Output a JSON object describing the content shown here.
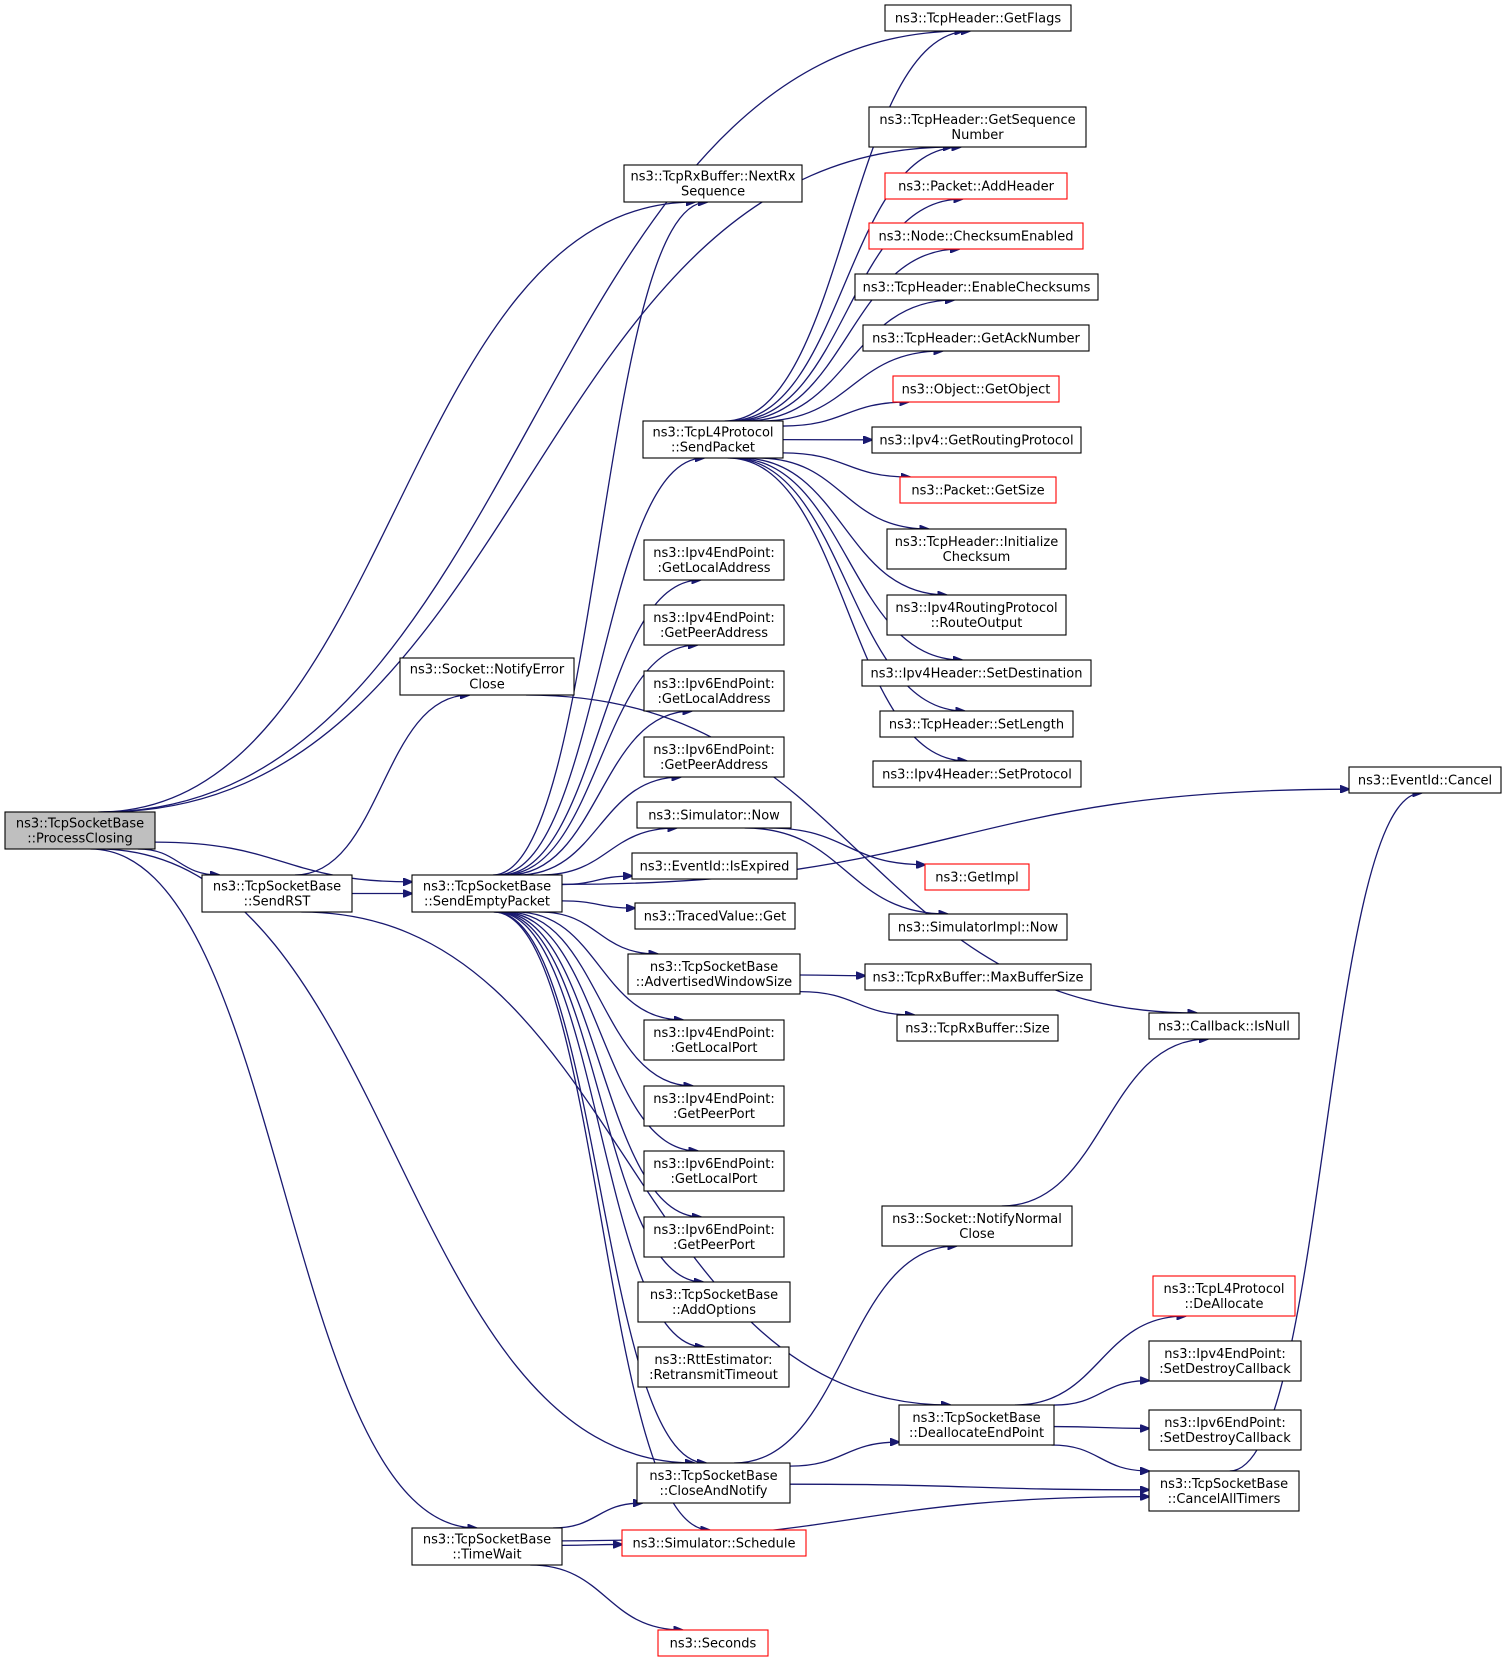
{
  "nodes": [
    {
      "id": "ProcessClosing",
      "lines": [
        "ns3::TcpSocketBase",
        "::ProcessClosing"
      ],
      "style": "root"
    },
    {
      "id": "SendRST",
      "lines": [
        "ns3::TcpSocketBase",
        "::SendRST"
      ],
      "style": "normal"
    },
    {
      "id": "SendEmptyPacket",
      "lines": [
        "ns3::TcpSocketBase",
        "::SendEmptyPacket"
      ],
      "style": "normal"
    },
    {
      "id": "TimeWait",
      "lines": [
        "ns3::TcpSocketBase",
        "::TimeWait"
      ],
      "style": "normal"
    },
    {
      "id": "NotifyErrorClose",
      "lines": [
        "ns3::Socket::NotifyError",
        "Close"
      ],
      "style": "normal"
    },
    {
      "id": "GetFlags",
      "lines": [
        "ns3::TcpHeader::GetFlags"
      ],
      "style": "normal"
    },
    {
      "id": "GetSequenceNumber",
      "lines": [
        "ns3::TcpHeader::GetSequence",
        "Number"
      ],
      "style": "normal"
    },
    {
      "id": "NextRxSequence",
      "lines": [
        "ns3::TcpRxBuffer::NextRx",
        "Sequence"
      ],
      "style": "normal"
    },
    {
      "id": "AddHeader",
      "lines": [
        "ns3::Packet::AddHeader"
      ],
      "style": "red"
    },
    {
      "id": "ChecksumEnabled",
      "lines": [
        "ns3::Node::ChecksumEnabled"
      ],
      "style": "red"
    },
    {
      "id": "EnableChecksums",
      "lines": [
        "ns3::TcpHeader::EnableChecksums"
      ],
      "style": "normal"
    },
    {
      "id": "GetAckNumber",
      "lines": [
        "ns3::TcpHeader::GetAckNumber"
      ],
      "style": "normal"
    },
    {
      "id": "GetObject",
      "lines": [
        "ns3::Object::GetObject"
      ],
      "style": "red"
    },
    {
      "id": "SendPacket",
      "lines": [
        "ns3::TcpL4Protocol",
        "::SendPacket"
      ],
      "style": "normal"
    },
    {
      "id": "GetRoutingProtocol",
      "lines": [
        "ns3::Ipv4::GetRoutingProtocol"
      ],
      "style": "normal"
    },
    {
      "id": "PacketGetSize",
      "lines": [
        "ns3::Packet::GetSize"
      ],
      "style": "red"
    },
    {
      "id": "InitializeChecksum",
      "lines": [
        "ns3::TcpHeader::Initialize",
        "Checksum"
      ],
      "style": "normal"
    },
    {
      "id": "RouteOutput",
      "lines": [
        "ns3::Ipv4RoutingProtocol",
        "::RouteOutput"
      ],
      "style": "normal"
    },
    {
      "id": "SetDestination",
      "lines": [
        "ns3::Ipv4Header::SetDestination"
      ],
      "style": "normal"
    },
    {
      "id": "SetLength",
      "lines": [
        "ns3::TcpHeader::SetLength"
      ],
      "style": "normal"
    },
    {
      "id": "SetProtocol",
      "lines": [
        "ns3::Ipv4Header::SetProtocol"
      ],
      "style": "normal"
    },
    {
      "id": "Ipv4GetLocalAddress",
      "lines": [
        "ns3::Ipv4EndPoint:",
        ":GetLocalAddress"
      ],
      "style": "normal"
    },
    {
      "id": "Ipv4GetPeerAddress",
      "lines": [
        "ns3::Ipv4EndPoint:",
        ":GetPeerAddress"
      ],
      "style": "normal"
    },
    {
      "id": "Ipv6GetLocalAddress",
      "lines": [
        "ns3::Ipv6EndPoint:",
        ":GetLocalAddress"
      ],
      "style": "normal"
    },
    {
      "id": "Ipv6GetPeerAddress",
      "lines": [
        "ns3::Ipv6EndPoint:",
        ":GetPeerAddress"
      ],
      "style": "normal"
    },
    {
      "id": "SimulatorNow",
      "lines": [
        "ns3::Simulator::Now"
      ],
      "style": "normal"
    },
    {
      "id": "IsExpired",
      "lines": [
        "ns3::EventId::IsExpired"
      ],
      "style": "normal"
    },
    {
      "id": "TracedGet",
      "lines": [
        "ns3::TracedValue::Get"
      ],
      "style": "normal"
    },
    {
      "id": "AdvertisedWindowSize",
      "lines": [
        "ns3::TcpSocketBase",
        "::AdvertisedWindowSize"
      ],
      "style": "normal"
    },
    {
      "id": "GetImpl",
      "lines": [
        "ns3::GetImpl"
      ],
      "style": "red"
    },
    {
      "id": "SimulatorImplNow",
      "lines": [
        "ns3::SimulatorImpl::Now"
      ],
      "style": "normal"
    },
    {
      "id": "MaxBufferSize",
      "lines": [
        "ns3::TcpRxBuffer::MaxBufferSize"
      ],
      "style": "normal"
    },
    {
      "id": "RxBufferSize",
      "lines": [
        "ns3::TcpRxBuffer::Size"
      ],
      "style": "normal"
    },
    {
      "id": "CallbackIsNull",
      "lines": [
        "ns3::Callback::IsNull"
      ],
      "style": "normal"
    },
    {
      "id": "EventIdCancel",
      "lines": [
        "ns3::EventId::Cancel"
      ],
      "style": "normal"
    },
    {
      "id": "Ipv4GetLocalPort",
      "lines": [
        "ns3::Ipv4EndPoint:",
        ":GetLocalPort"
      ],
      "style": "normal"
    },
    {
      "id": "Ipv4GetPeerPort",
      "lines": [
        "ns3::Ipv4EndPoint:",
        ":GetPeerPort"
      ],
      "style": "normal"
    },
    {
      "id": "Ipv6GetLocalPort",
      "lines": [
        "ns3::Ipv6EndPoint:",
        ":GetLocalPort"
      ],
      "style": "normal"
    },
    {
      "id": "Ipv6GetPeerPort",
      "lines": [
        "ns3::Ipv6EndPoint:",
        ":GetPeerPort"
      ],
      "style": "normal"
    },
    {
      "id": "NotifyNormalClose",
      "lines": [
        "ns3::Socket::NotifyNormal",
        "Close"
      ],
      "style": "normal"
    },
    {
      "id": "AddOptions",
      "lines": [
        "ns3::TcpSocketBase",
        "::AddOptions"
      ],
      "style": "normal"
    },
    {
      "id": "RetransmitTimeout",
      "lines": [
        "ns3::RttEstimator:",
        ":RetransmitTimeout"
      ],
      "style": "normal"
    },
    {
      "id": "TcpL4DeAllocate",
      "lines": [
        "ns3::TcpL4Protocol",
        "::DeAllocate"
      ],
      "style": "red"
    },
    {
      "id": "Ipv4SetDestroyCallback",
      "lines": [
        "ns3::Ipv4EndPoint:",
        ":SetDestroyCallback"
      ],
      "style": "normal"
    },
    {
      "id": "DeallocateEndPoint",
      "lines": [
        "ns3::TcpSocketBase",
        "::DeallocateEndPoint"
      ],
      "style": "normal"
    },
    {
      "id": "Ipv6SetDestroyCallback",
      "lines": [
        "ns3::Ipv6EndPoint:",
        ":SetDestroyCallback"
      ],
      "style": "normal"
    },
    {
      "id": "CloseAndNotify",
      "lines": [
        "ns3::TcpSocketBase",
        "::CloseAndNotify"
      ],
      "style": "normal"
    },
    {
      "id": "CancelAllTimers",
      "lines": [
        "ns3::TcpSocketBase",
        "::CancelAllTimers"
      ],
      "style": "normal"
    },
    {
      "id": "SimulatorSchedule",
      "lines": [
        "ns3::Simulator::Schedule"
      ],
      "style": "red"
    },
    {
      "id": "Seconds",
      "lines": [
        "ns3::Seconds"
      ],
      "style": "red"
    }
  ],
  "edges": [
    [
      "ProcessClosing",
      "GetFlags"
    ],
    [
      "ProcessClosing",
      "GetSequenceNumber"
    ],
    [
      "ProcessClosing",
      "NextRxSequence"
    ],
    [
      "ProcessClosing",
      "SendRST"
    ],
    [
      "ProcessClosing",
      "SendEmptyPacket"
    ],
    [
      "ProcessClosing",
      "CloseAndNotify"
    ],
    [
      "ProcessClosing",
      "TimeWait"
    ],
    [
      "SendRST",
      "NotifyErrorClose"
    ],
    [
      "SendRST",
      "SendEmptyPacket"
    ],
    [
      "SendRST",
      "DeallocateEndPoint"
    ],
    [
      "NotifyErrorClose",
      "CallbackIsNull"
    ],
    [
      "SendEmptyPacket",
      "NextRxSequence"
    ],
    [
      "SendEmptyPacket",
      "SendPacket"
    ],
    [
      "SendEmptyPacket",
      "Ipv4GetLocalAddress"
    ],
    [
      "SendEmptyPacket",
      "Ipv4GetPeerAddress"
    ],
    [
      "SendEmptyPacket",
      "Ipv6GetLocalAddress"
    ],
    [
      "SendEmptyPacket",
      "Ipv6GetPeerAddress"
    ],
    [
      "SendEmptyPacket",
      "SimulatorNow"
    ],
    [
      "SendEmptyPacket",
      "IsExpired"
    ],
    [
      "SendEmptyPacket",
      "TracedGet"
    ],
    [
      "SendEmptyPacket",
      "AdvertisedWindowSize"
    ],
    [
      "SendEmptyPacket",
      "Ipv4GetLocalPort"
    ],
    [
      "SendEmptyPacket",
      "Ipv4GetPeerPort"
    ],
    [
      "SendEmptyPacket",
      "Ipv6GetLocalPort"
    ],
    [
      "SendEmptyPacket",
      "Ipv6GetPeerPort"
    ],
    [
      "SendEmptyPacket",
      "AddOptions"
    ],
    [
      "SendEmptyPacket",
      "RetransmitTimeout"
    ],
    [
      "SendEmptyPacket",
      "CloseAndNotify"
    ],
    [
      "SendEmptyPacket",
      "SimulatorSchedule"
    ],
    [
      "SendEmptyPacket",
      "EventIdCancel"
    ],
    [
      "SendPacket",
      "GetFlags"
    ],
    [
      "SendPacket",
      "GetSequenceNumber"
    ],
    [
      "SendPacket",
      "AddHeader"
    ],
    [
      "SendPacket",
      "ChecksumEnabled"
    ],
    [
      "SendPacket",
      "EnableChecksums"
    ],
    [
      "SendPacket",
      "GetAckNumber"
    ],
    [
      "SendPacket",
      "GetObject"
    ],
    [
      "SendPacket",
      "GetRoutingProtocol"
    ],
    [
      "SendPacket",
      "PacketGetSize"
    ],
    [
      "SendPacket",
      "InitializeChecksum"
    ],
    [
      "SendPacket",
      "RouteOutput"
    ],
    [
      "SendPacket",
      "SetDestination"
    ],
    [
      "SendPacket",
      "SetLength"
    ],
    [
      "SendPacket",
      "SetProtocol"
    ],
    [
      "SimulatorNow",
      "GetImpl"
    ],
    [
      "SimulatorNow",
      "SimulatorImplNow"
    ],
    [
      "AdvertisedWindowSize",
      "MaxBufferSize"
    ],
    [
      "AdvertisedWindowSize",
      "RxBufferSize"
    ],
    [
      "CloseAndNotify",
      "NotifyNormalClose"
    ],
    [
      "CloseAndNotify",
      "DeallocateEndPoint"
    ],
    [
      "CloseAndNotify",
      "CancelAllTimers"
    ],
    [
      "NotifyNormalClose",
      "CallbackIsNull"
    ],
    [
      "DeallocateEndPoint",
      "TcpL4DeAllocate"
    ],
    [
      "DeallocateEndPoint",
      "Ipv4SetDestroyCallback"
    ],
    [
      "DeallocateEndPoint",
      "Ipv6SetDestroyCallback"
    ],
    [
      "DeallocateEndPoint",
      "CancelAllTimers"
    ],
    [
      "CancelAllTimers",
      "EventIdCancel"
    ],
    [
      "TimeWait",
      "CloseAndNotify"
    ],
    [
      "TimeWait",
      "SimulatorSchedule"
    ],
    [
      "TimeWait",
      "Seconds"
    ],
    [
      "TimeWait",
      "CancelAllTimers"
    ]
  ],
  "colors": {
    "edge": "#191970",
    "root_fill": "#bfbfbf",
    "node_border": "#000000",
    "external_border": "#ff0000"
  }
}
